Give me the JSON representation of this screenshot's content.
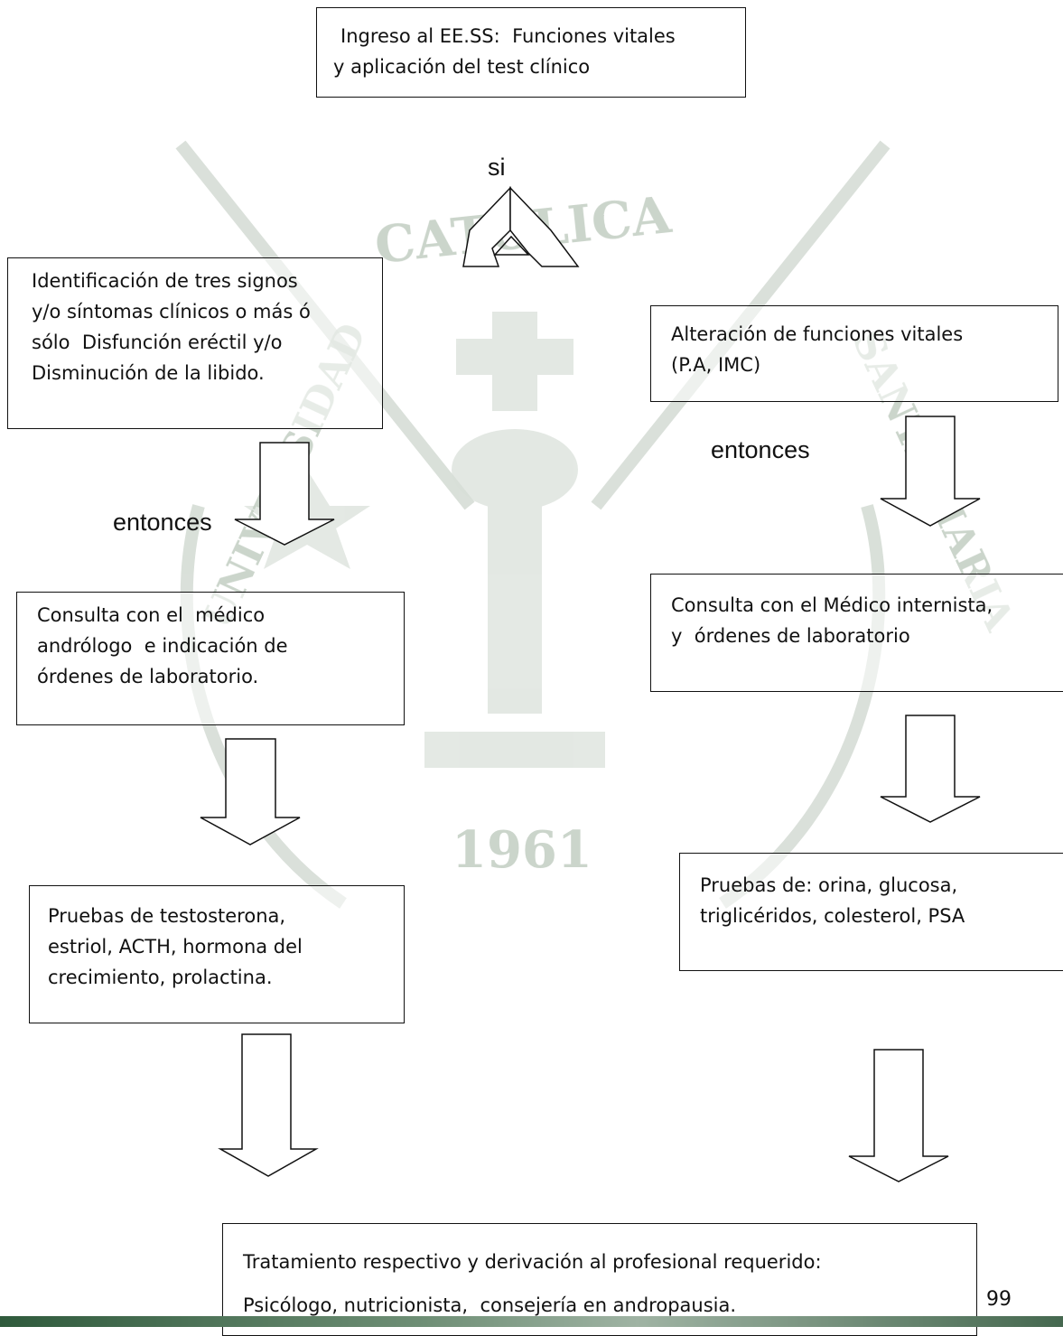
{
  "flowchart": {
    "start": {
      "lines": [
        "Ingreso al EE.SS:  Funciones vitales",
        "y aplicación del test clínico"
      ]
    },
    "branch_label": "si",
    "left": {
      "box1": [
        "Identificación de tres signos",
        "y/o síntomas clínicos o más ó",
        "sólo  Disfunción eréctil y/o",
        "Disminución de la libido."
      ],
      "connector_label": "entonces",
      "box2": [
        "Consulta con el  médico",
        "andrólogo  e indicación de",
        "órdenes de laboratorio."
      ],
      "box3": [
        "Pruebas de testosterona,",
        "estriol, ACTH, hormona del",
        "crecimiento, prolactina."
      ]
    },
    "right": {
      "box1": [
        "Alteración de funciones vitales",
        "(P.A, IMC)"
      ],
      "connector_label": "entonces",
      "box2": [
        "Consulta con el Médico internista,",
        "y  órdenes de laboratorio"
      ],
      "box3": [
        "Pruebas de: orina, glucosa,",
        "triglicéridos, colesterol, PSA"
      ]
    },
    "final": {
      "lines": [
        "Tratamiento respectivo y derivación al profesional requerido:",
        "Psicólogo, nutricionista,  consejería en andropausia."
      ]
    }
  },
  "watermark": {
    "text_top": "CATOLICA",
    "text_left": "UNIVERSIDAD",
    "text_right": "SANTA MARIA",
    "year": "1961"
  },
  "page_number": "99",
  "colors": {
    "border": "#111111",
    "watermark": "#c9d3c9",
    "footer": "#45684f"
  }
}
